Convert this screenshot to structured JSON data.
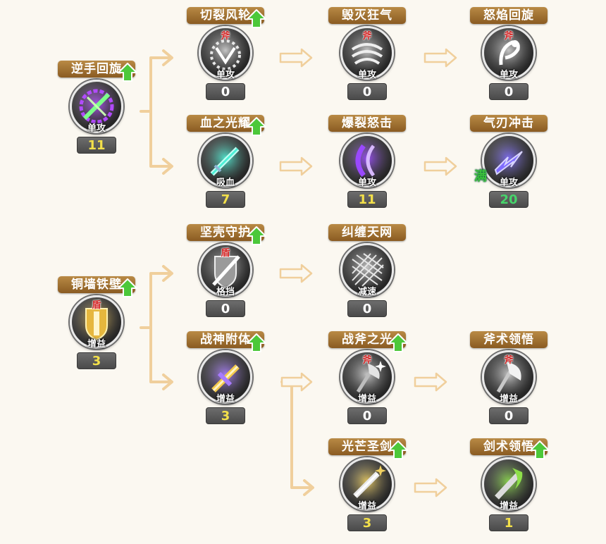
{
  "colors": {
    "title_bg": "#9b6b2e",
    "connector": "#f0cf9c",
    "level_default": "#ffffff",
    "level_invested": "#f3e04a",
    "level_max": "#46d46a",
    "badge": "#d62525",
    "upgrade": "#4cc83a"
  },
  "skills": [
    {
      "id": "s1",
      "name": "逆手回旋",
      "type": "单攻",
      "level": "11",
      "badge": "",
      "upgrade": true,
      "max": "",
      "levelState": "invested",
      "icon": "vortex-blade-icon",
      "accent": "#b24bff"
    },
    {
      "id": "s2",
      "name": "切裂风轮",
      "type": "单攻",
      "level": "0",
      "badge": "斧",
      "upgrade": true,
      "max": "",
      "levelState": "default",
      "icon": "spinning-claw-icon",
      "accent": "#d0d0d0"
    },
    {
      "id": "s3",
      "name": "毁灭狂气",
      "type": "单攻",
      "level": "0",
      "badge": "斧",
      "upgrade": false,
      "max": "",
      "levelState": "default",
      "icon": "whirlwind-icon",
      "accent": "#d0d0d0"
    },
    {
      "id": "s4",
      "name": "怒焰回旋",
      "type": "单攻",
      "level": "0",
      "badge": "斧",
      "upgrade": false,
      "max": "",
      "levelState": "default",
      "icon": "leaping-warrior-icon",
      "accent": "#d0d0d0"
    },
    {
      "id": "s5",
      "name": "血之光耀",
      "type": "吸血",
      "level": "7",
      "badge": "",
      "upgrade": true,
      "max": "",
      "levelState": "invested",
      "icon": "glowing-sword-icon",
      "accent": "#4df0d6"
    },
    {
      "id": "s6",
      "name": "爆裂怒击",
      "type": "单攻",
      "level": "11",
      "badge": "",
      "upgrade": false,
      "max": "",
      "levelState": "invested",
      "icon": "purple-slash-icon",
      "accent": "#9a48ff"
    },
    {
      "id": "s7",
      "name": "气刃冲击",
      "type": "单攻",
      "level": "20",
      "badge": "",
      "upgrade": false,
      "max": "满",
      "levelState": "max",
      "icon": "lightning-blade-icon",
      "accent": "#7f6cff"
    },
    {
      "id": "s8",
      "name": "铜墙铁壁",
      "type": "增益",
      "level": "3",
      "badge": "盾",
      "upgrade": true,
      "max": "",
      "levelState": "invested",
      "icon": "golden-shield-icon",
      "accent": "#f0c04a"
    },
    {
      "id": "s9",
      "name": "坚壳守护",
      "type": "格挡",
      "level": "0",
      "badge": "盾",
      "upgrade": true,
      "max": "",
      "levelState": "default",
      "icon": "slashed-shield-icon",
      "accent": "#d0d0d0"
    },
    {
      "id": "s10",
      "name": "纠缠天网",
      "type": "减速",
      "level": "0",
      "badge": "",
      "upgrade": false,
      "max": "",
      "levelState": "default",
      "icon": "net-icon",
      "accent": "#d0d0d0"
    },
    {
      "id": "s11",
      "name": "战神附体",
      "type": "增益",
      "level": "3",
      "badge": "",
      "upgrade": true,
      "max": "",
      "levelState": "invested",
      "icon": "holy-cross-sword-icon",
      "accent": "#a87bff"
    },
    {
      "id": "s12",
      "name": "战斧之光",
      "type": "增益",
      "level": "0",
      "badge": "斧",
      "upgrade": true,
      "max": "",
      "levelState": "default",
      "icon": "shining-axe-icon",
      "accent": "#d0d0d0"
    },
    {
      "id": "s13",
      "name": "斧术领悟",
      "type": "增益",
      "level": "0",
      "badge": "斧",
      "upgrade": false,
      "max": "",
      "levelState": "default",
      "icon": "axe-mastery-icon",
      "accent": "#d0d0d0"
    },
    {
      "id": "s14",
      "name": "光芒圣剑",
      "type": "增益",
      "level": "3",
      "badge": "",
      "upgrade": true,
      "max": "",
      "levelState": "invested",
      "icon": "radiant-sword-icon",
      "accent": "#f0d060"
    },
    {
      "id": "s15",
      "name": "剑术领悟",
      "type": "增益",
      "level": "1",
      "badge": "",
      "upgrade": true,
      "max": "",
      "levelState": "invested",
      "icon": "sword-mastery-icon",
      "accent": "#8ee04a"
    }
  ]
}
